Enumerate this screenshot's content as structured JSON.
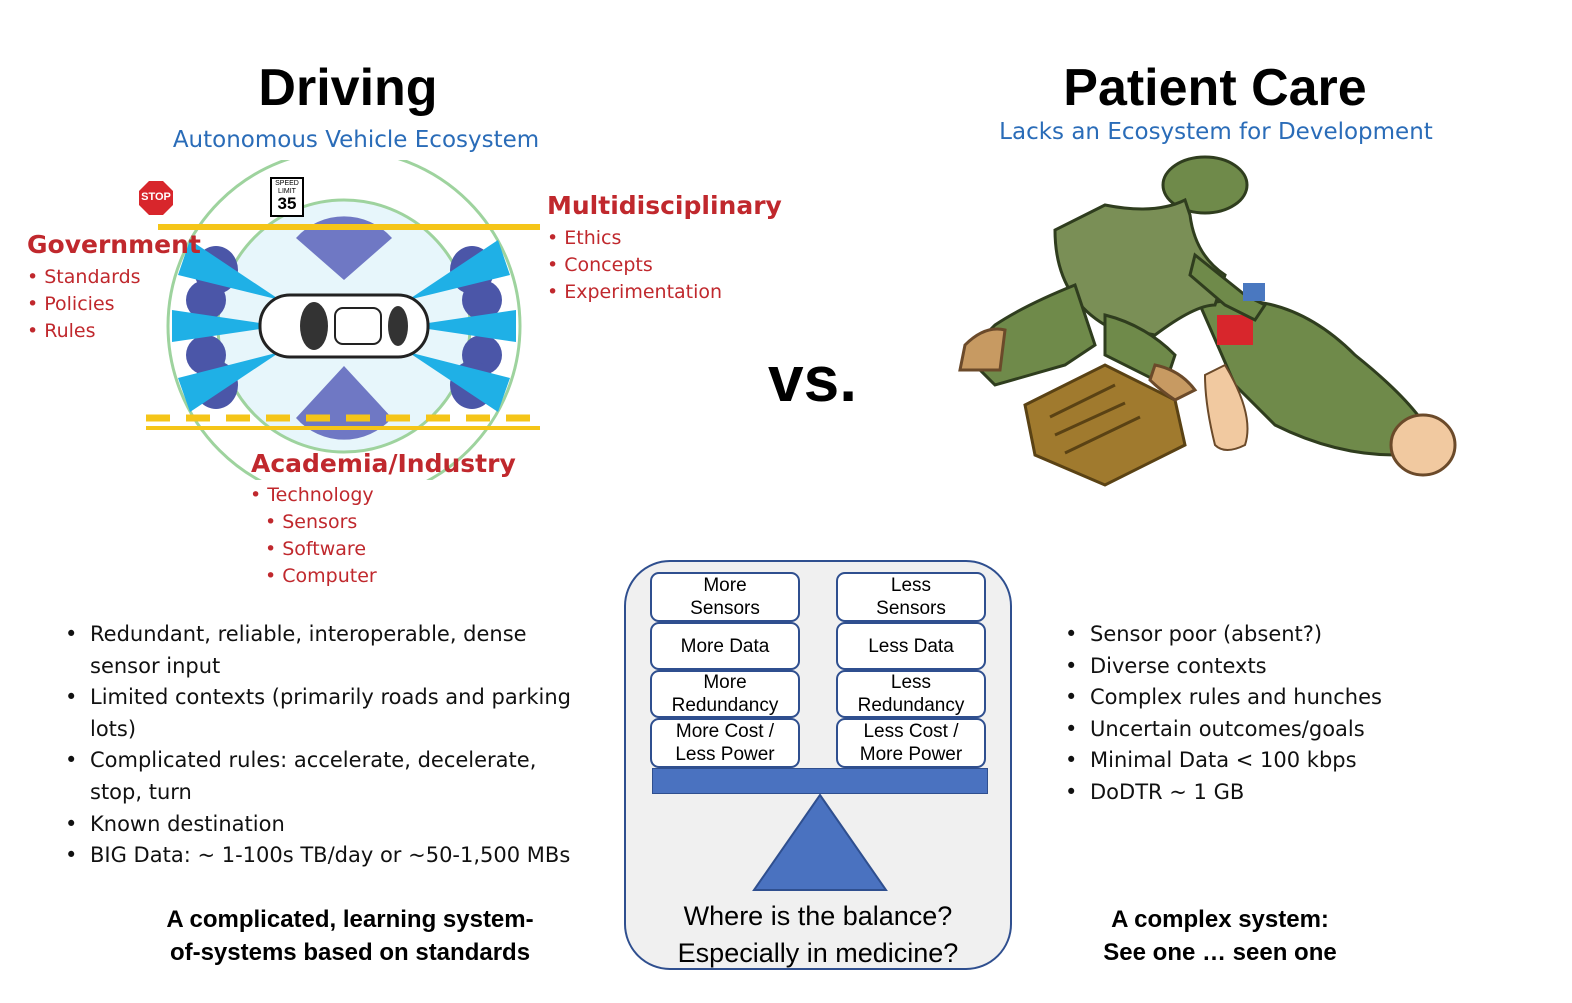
{
  "left": {
    "title": "Driving",
    "subtitle": "Autonomous Vehicle Ecosystem",
    "stop_sign": "STOP",
    "speed_sign": {
      "line1": "SPEED",
      "line2": "LIMIT",
      "number": "35"
    },
    "government": {
      "heading": "Government",
      "items": [
        "Standards",
        "Policies",
        "Rules"
      ]
    },
    "multidisciplinary": {
      "heading": "Multidisciplinary",
      "items": [
        "Ethics",
        "Concepts",
        "Experimentation"
      ]
    },
    "academia": {
      "heading": "Academia/Industry",
      "item": "Technology",
      "subitems": [
        "Sensors",
        "Software",
        "Computer"
      ]
    },
    "bullets": [
      "Redundant, reliable, interoperable, dense sensor input",
      "Limited contexts (primarily roads and parking lots)",
      "Complicated rules: accelerate, decelerate, stop, turn",
      "Known destination",
      "BIG Data: ~ 1-100s TB/day or ~50-1,500 MBs"
    ],
    "conclusion": [
      "A complicated, learning system-",
      "of-systems based on standards"
    ]
  },
  "vs": "vs.",
  "right": {
    "title": "Patient Care",
    "subtitle": "Lacks an Ecosystem for Development",
    "bullets": [
      "Sensor poor (absent?)",
      "Diverse contexts",
      "Complex rules and hunches",
      "Uncertain outcomes/goals",
      "Minimal Data < 100 kbps",
      "DoDTR ~ 1 GB"
    ],
    "conclusion": [
      "A complex system:",
      "See one … seen one"
    ]
  },
  "scale": {
    "left_boxes": [
      [
        "More",
        "Sensors"
      ],
      [
        "More Data"
      ],
      [
        "More",
        "Redundancy"
      ],
      [
        "More Cost /",
        "Less Power"
      ]
    ],
    "right_boxes": [
      [
        "Less",
        "Sensors"
      ],
      [
        "Less Data"
      ],
      [
        "Less",
        "Redundancy"
      ],
      [
        "Less Cost /",
        "More Power"
      ]
    ],
    "question": [
      "Where is the balance?",
      "Especially in medicine?"
    ]
  },
  "colors": {
    "red": "#c0282d",
    "blue_text": "#2a6cb8",
    "road_yellow": "#f5c518",
    "scale_blue": "#4a72c0",
    "sensor_cyan": "#1fb0e6",
    "sensor_purple": "#4b56a8"
  }
}
